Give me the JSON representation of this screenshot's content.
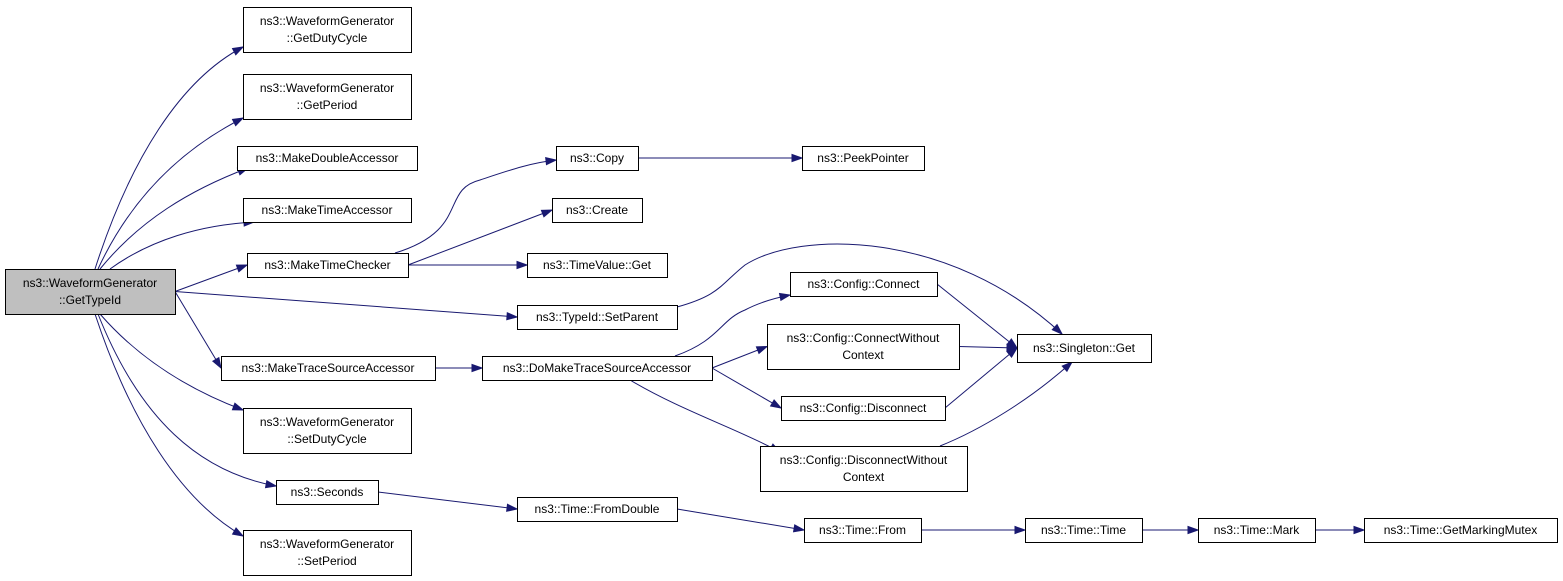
{
  "diagram": {
    "type": "call-graph",
    "edge_color": "#191970",
    "root_fill": "#bfbfbf",
    "nodes": [
      {
        "id": "root",
        "lines": [
          "ns3::WaveformGenerator",
          "::GetTypeId"
        ],
        "root": true
      },
      {
        "id": "getdutycycle",
        "lines": [
          "ns3::WaveformGenerator",
          "::GetDutyCycle"
        ]
      },
      {
        "id": "getperiod",
        "lines": [
          "ns3::WaveformGenerator",
          "::GetPeriod"
        ]
      },
      {
        "id": "makedoubleaccessor",
        "lines": [
          "ns3::MakeDoubleAccessor"
        ]
      },
      {
        "id": "maketimeaccessor",
        "lines": [
          "ns3::MakeTimeAccessor"
        ]
      },
      {
        "id": "maketimechecker",
        "lines": [
          "ns3::MakeTimeChecker"
        ]
      },
      {
        "id": "maketracesourceaccessor",
        "lines": [
          "ns3::MakeTraceSourceAccessor"
        ]
      },
      {
        "id": "setdutycycle",
        "lines": [
          "ns3::WaveformGenerator",
          "::SetDutyCycle"
        ]
      },
      {
        "id": "seconds",
        "lines": [
          "ns3::Seconds"
        ]
      },
      {
        "id": "setperiod",
        "lines": [
          "ns3::WaveformGenerator",
          "::SetPeriod"
        ]
      },
      {
        "id": "copy",
        "lines": [
          "ns3::Copy"
        ]
      },
      {
        "id": "create",
        "lines": [
          "ns3::Create"
        ]
      },
      {
        "id": "timevalueget",
        "lines": [
          "ns3::TimeValue::Get"
        ]
      },
      {
        "id": "setparent",
        "lines": [
          "ns3::TypeId::SetParent"
        ]
      },
      {
        "id": "domaketrace",
        "lines": [
          "ns3::DoMakeTraceSourceAccessor"
        ]
      },
      {
        "id": "fromdouble",
        "lines": [
          "ns3::Time::FromDouble"
        ]
      },
      {
        "id": "peekpointer",
        "lines": [
          "ns3::PeekPointer"
        ]
      },
      {
        "id": "configconnect",
        "lines": [
          "ns3::Config::Connect"
        ]
      },
      {
        "id": "configconnectwc",
        "lines": [
          "ns3::Config::ConnectWithout",
          "Context"
        ]
      },
      {
        "id": "configdisconnect",
        "lines": [
          "ns3::Config::Disconnect"
        ]
      },
      {
        "id": "configdisconnectwc",
        "lines": [
          "ns3::Config::DisconnectWithout",
          "Context"
        ]
      },
      {
        "id": "singletonget",
        "lines": [
          "ns3::Singleton::Get"
        ]
      },
      {
        "id": "timefrom",
        "lines": [
          "ns3::Time::From"
        ]
      },
      {
        "id": "timetime",
        "lines": [
          "ns3::Time::Time"
        ]
      },
      {
        "id": "timemark",
        "lines": [
          "ns3::Time::Mark"
        ]
      },
      {
        "id": "getmarkingmutex",
        "lines": [
          "ns3::Time::GetMarkingMutex"
        ]
      }
    ],
    "edges": [
      {
        "from": "root",
        "to": "getdutycycle"
      },
      {
        "from": "root",
        "to": "getperiod"
      },
      {
        "from": "root",
        "to": "makedoubleaccessor"
      },
      {
        "from": "root",
        "to": "maketimeaccessor"
      },
      {
        "from": "root",
        "to": "maketimechecker"
      },
      {
        "from": "root",
        "to": "setparent"
      },
      {
        "from": "root",
        "to": "maketracesourceaccessor"
      },
      {
        "from": "root",
        "to": "setdutycycle"
      },
      {
        "from": "root",
        "to": "seconds"
      },
      {
        "from": "root",
        "to": "setperiod"
      },
      {
        "from": "maketimechecker",
        "to": "copy"
      },
      {
        "from": "maketimechecker",
        "to": "create"
      },
      {
        "from": "maketimechecker",
        "to": "timevalueget"
      },
      {
        "from": "copy",
        "to": "peekpointer"
      },
      {
        "from": "setparent",
        "to": "singletonget"
      },
      {
        "from": "maketracesourceaccessor",
        "to": "domaketrace"
      },
      {
        "from": "domaketrace",
        "to": "configconnect"
      },
      {
        "from": "domaketrace",
        "to": "configconnectwc"
      },
      {
        "from": "domaketrace",
        "to": "configdisconnect"
      },
      {
        "from": "domaketrace",
        "to": "configdisconnectwc"
      },
      {
        "from": "configconnect",
        "to": "singletonget"
      },
      {
        "from": "configconnectwc",
        "to": "singletonget"
      },
      {
        "from": "configdisconnect",
        "to": "singletonget"
      },
      {
        "from": "configdisconnectwc",
        "to": "singletonget"
      },
      {
        "from": "seconds",
        "to": "fromdouble"
      },
      {
        "from": "fromdouble",
        "to": "timefrom"
      },
      {
        "from": "timefrom",
        "to": "timetime"
      },
      {
        "from": "timetime",
        "to": "timemark"
      },
      {
        "from": "timemark",
        "to": "getmarkingmutex"
      }
    ]
  }
}
